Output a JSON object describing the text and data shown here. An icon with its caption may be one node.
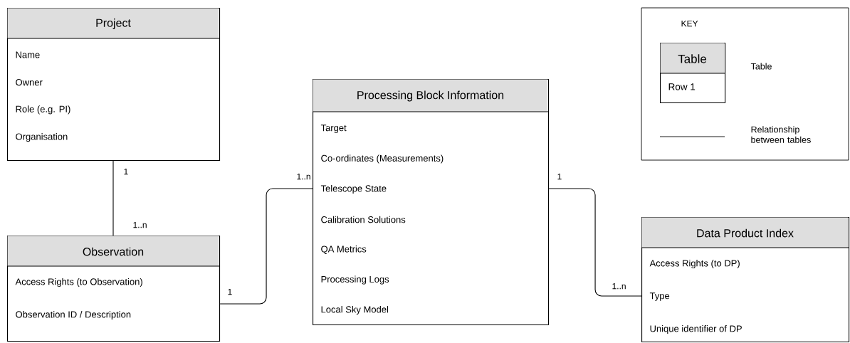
{
  "diagram": {
    "nodes": [
      {
        "text": [
          "Project",
          "Name",
          "Owner",
          "Role (e.g. PI)",
          "Organisation"
        ]
      },
      {
        "text": [
          "Observation",
          "Access Rights (to Observation)",
          "Observation ID / Description"
        ]
      },
      {
        "text": [
          "Processing Block Information",
          "Target",
          "Co-ordinates (Measurements)",
          "Telescope State",
          "Calibration Solutions",
          "QA Metrics",
          "Processing Logs",
          "Local Sky Model"
        ]
      },
      {
        "text": [
          "Data Product Index",
          "Access Rights (to DP)",
          "Type",
          "Unique identifier of DP"
        ]
      },
      {
        "text": [
          "Table",
          "Row 1"
        ]
      }
    ],
    "edges": [
      {
        "from": 0,
        "to": 1,
        "arrow": "none"
      },
      {
        "from": 1,
        "to": 2,
        "arrow": "none"
      },
      {
        "from": 2,
        "to": 3,
        "arrow": "none"
      }
    ],
    "labels": [
      "KEY",
      "1",
      "1..n",
      "1",
      "1..n",
      "1",
      "1..n"
    ],
    "legend": [
      {
        "text": "Table"
      },
      {
        "text": "Relationship between tables"
      }
    ]
  }
}
